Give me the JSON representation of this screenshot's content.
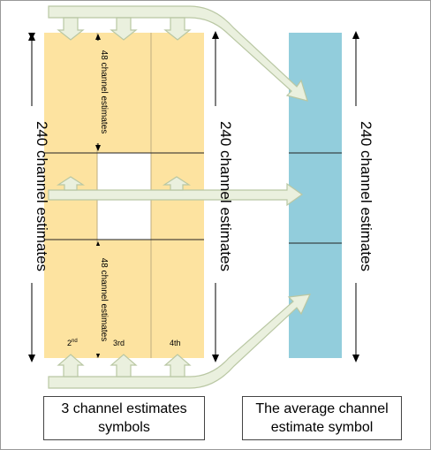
{
  "labels": {
    "left_vertical": "240 channel estimates",
    "middle_vertical": "240 channel estimates",
    "right_vertical": "240 channel estimates",
    "top_inner": "48 channel estimates",
    "bottom_inner": "48 channel estimates",
    "col_2nd_base": "2",
    "col_2nd_sup": "nd",
    "col_3rd": "3rd",
    "col_4th": "4th"
  },
  "captions": {
    "left": [
      "3 channel estimates",
      "symbols"
    ],
    "right": [
      "The average channel",
      "estimate symbol"
    ]
  },
  "colors": {
    "grid_fill": "#fde3a0",
    "avg_fill": "#92cddc",
    "arrow_fill": "#eaf0de",
    "arrow_stroke": "#b9c7a3",
    "line": "#000000"
  }
}
